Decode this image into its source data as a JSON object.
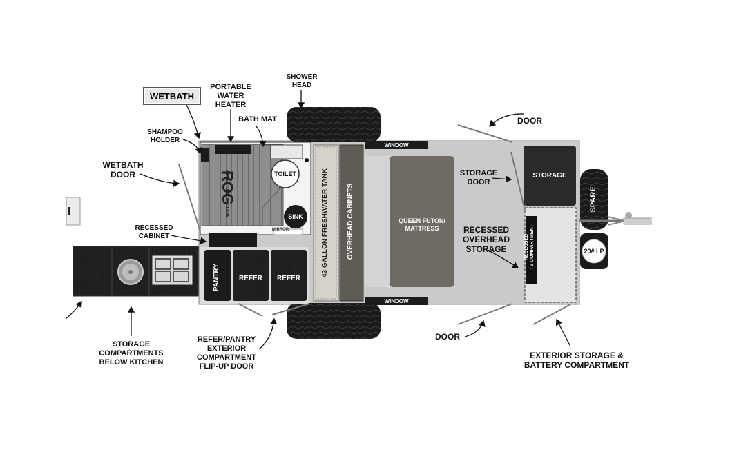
{
  "labels": {
    "wetbath_tag": "WETBATH",
    "portable_water_heater": "PORTABLE\nWATER\nHEATER",
    "shower_head": "SHOWER\nHEAD",
    "bath_mat": "BATH MAT",
    "shampoo_holder": "SHAMPOO\nHOLDER",
    "wetbath_door": "WETBATH\nDOOR",
    "recessed_cabinet": "RECESSED\nCABINET",
    "door_top": "DOOR",
    "storage_door": "STORAGE\nDOOR",
    "recessed_overhead_storage": "RECESSED\nOVERHEAD\nSTORAGE",
    "storage_compartments_below_kitchen": "STORAGE\nCOMPARTMENTS\nBELOW KITCHEN",
    "refer_pantry_flip_up_door": "REFER/PANTRY\nEXTERIOR\nCOMPARTMENT\nFLIP-UP DOOR",
    "door_bottom": "DOOR",
    "exterior_storage_battery": "EXTERIOR STORAGE &\nBATTERY COMPARTMENT"
  },
  "interior": {
    "toilet": "TOILET",
    "sink": "SINK",
    "mirror": "MIRROR",
    "logo": "ROG",
    "logo_sub": "ADVENTURE TRAILERS",
    "freshwater_tank": "43 GALLON FRESHWATER TANK",
    "overhead_cabinets": "OVERHEAD CABINETS",
    "queen_futon": "QUEEN FUTON/\nMATTRESS",
    "window_top": "WINDOW",
    "window_bottom": "WINDOW",
    "storage": "STORAGE",
    "tv_compartment": "RECESSED\nTV COMPARTMENT",
    "pantry": "PANTRY",
    "refer_1": "REFER",
    "refer_2": "REFER",
    "spare": "SPARE",
    "lp_tank": "20# LP"
  },
  "colors": {
    "dark": "#1b1b1b",
    "floor": "#c9c9c9",
    "futon": "#6f6a63",
    "tank": "#d6d2c9",
    "light_panel": "#e4e4e4"
  }
}
